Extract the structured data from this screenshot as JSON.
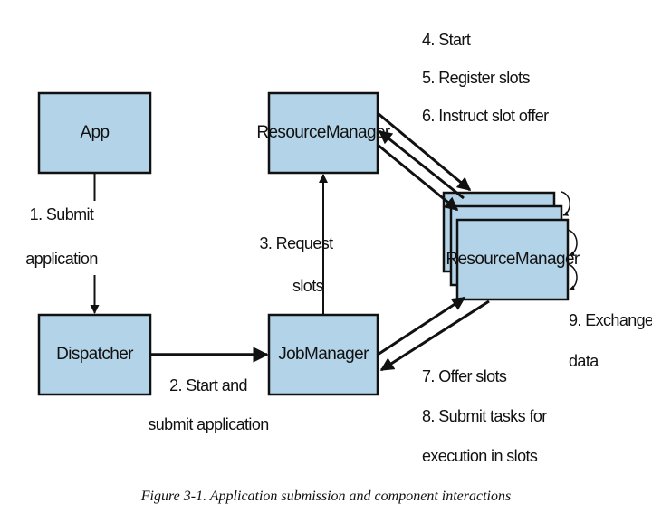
{
  "colors": {
    "node_fill": "#b3d4e8",
    "stroke": "#111111"
  },
  "nodes": {
    "app": "App",
    "dispatcher": "Dispatcher",
    "resource_manager": "ResourceManager",
    "job_manager": "JobManager",
    "task_manager": "ResourceManager"
  },
  "edges": {
    "submit_line1": "1. Submit",
    "submit_line2": "application",
    "start_submit_line1": "2. Start and",
    "start_submit_line2": "submit application",
    "request_line1": "3. Request",
    "request_line2": "slots",
    "tm_steps": [
      "4. Start",
      "5. Register slots",
      "6. Instruct slot offer"
    ],
    "jm_steps": [
      "7. Offer slots",
      "8. Submit tasks for",
      "execution in slots"
    ],
    "exchange_line1": "9. Exchange",
    "exchange_line2": "data"
  },
  "caption": "Figure 3-1. Application submission and component interactions"
}
